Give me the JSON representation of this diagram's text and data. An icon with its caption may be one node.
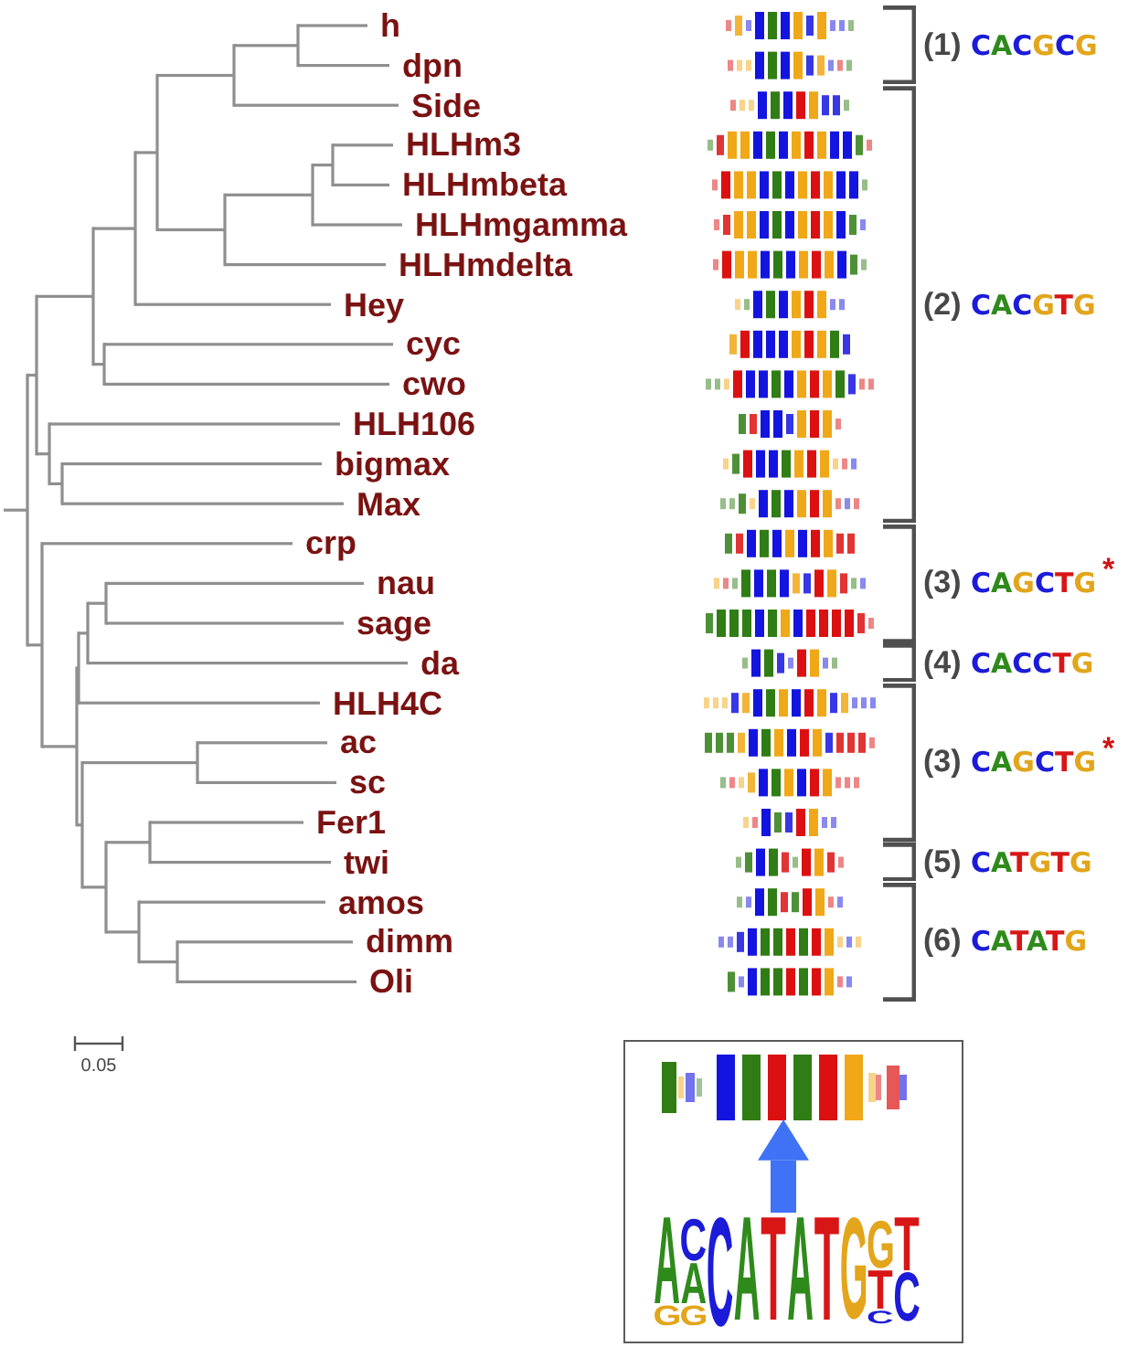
{
  "diagram": {
    "nodes": [
      {
        "text": [],
        "shape": "bracket",
        "beside": [
          "(1)",
          "CACGCG"
        ]
      },
      {
        "text": [],
        "shape": "bracket",
        "beside": [
          "(2)",
          "CACGTG"
        ]
      },
      {
        "text": [],
        "shape": "bracket",
        "beside": [
          "(3)",
          "CAGCTG",
          "*"
        ]
      },
      {
        "text": [],
        "shape": "bracket",
        "beside": [
          "(4)",
          "CACCTG"
        ]
      },
      {
        "text": [],
        "shape": "bracket",
        "beside": [
          "(3)",
          "CAGCTG",
          "*"
        ]
      },
      {
        "text": [],
        "shape": "bracket",
        "beside": [
          "(5)",
          "CATGTG"
        ]
      },
      {
        "text": [],
        "shape": "bracket",
        "beside": [
          "(6)",
          "CATATG"
        ]
      },
      {
        "text": [],
        "shape": "box"
      },
      {
        "text": [],
        "shape": "picture",
        "in": 7
      },
      {
        "text": [
          "A",
          "G",
          "C",
          "A",
          "G",
          "C",
          "A",
          "T",
          "A",
          "T",
          "G",
          "G",
          "T",
          "C",
          "T",
          "C"
        ],
        "in": 7
      }
    ],
    "edges": [
      {
        "from": 9,
        "to": 8,
        "arrow": "to",
        "color": "#3f72f5"
      }
    ],
    "labels": [
      "h",
      "dpn",
      "Side",
      "HLHm3",
      "HLHmbeta",
      "HLHmgamma",
      "HLHmdelta",
      "Hey",
      "cyc",
      "cwo",
      "HLH106",
      "bigmax",
      "Max",
      "crp",
      "nau",
      "sage",
      "da",
      "HLH4C",
      "ac",
      "sc",
      "Fer1",
      "twi",
      "amos",
      "dimm",
      "Oli",
      "0.05"
    ]
  }
}
